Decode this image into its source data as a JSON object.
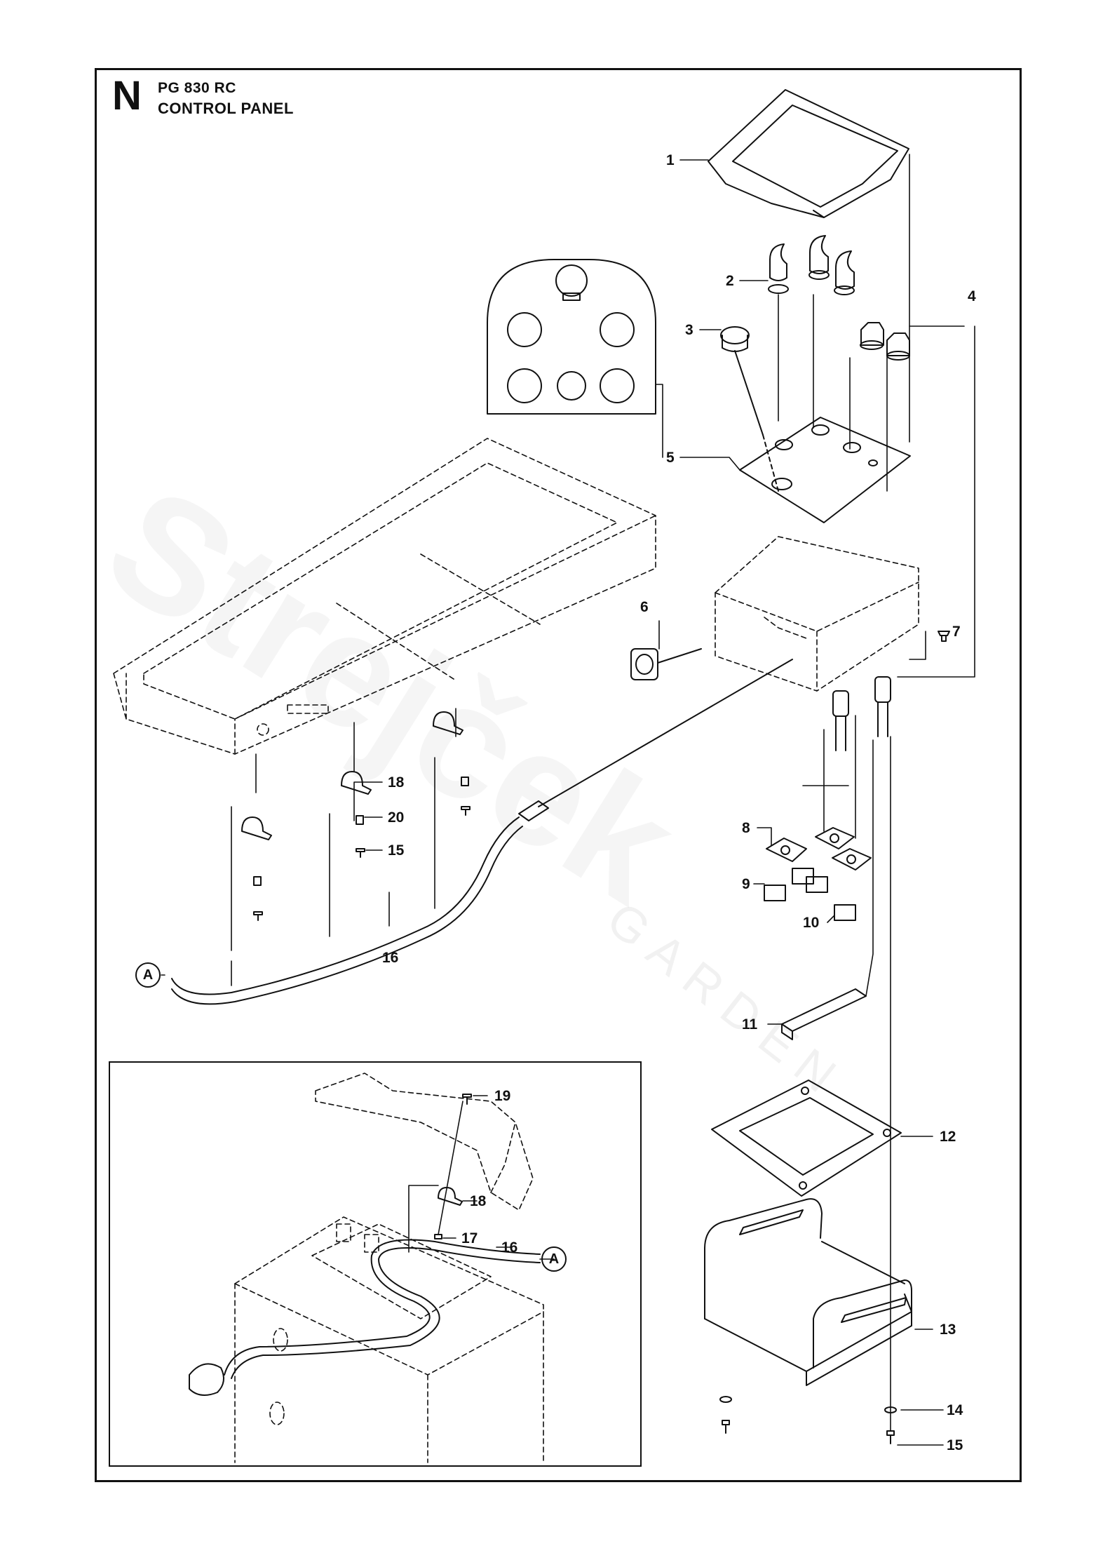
{
  "header": {
    "section_letter": "N",
    "model": "PG 830 RC",
    "title": "CONTROL PANEL"
  },
  "watermark": {
    "brand": "Strejček",
    "sub": "GARDEN"
  },
  "callouts": [
    {
      "id": "c1",
      "label": "1"
    },
    {
      "id": "c2",
      "label": "2"
    },
    {
      "id": "c3",
      "label": "3"
    },
    {
      "id": "c4",
      "label": "4"
    },
    {
      "id": "c5",
      "label": "5"
    },
    {
      "id": "c6",
      "label": "6"
    },
    {
      "id": "c7",
      "label": "7"
    },
    {
      "id": "c8",
      "label": "8"
    },
    {
      "id": "c9",
      "label": "9"
    },
    {
      "id": "c10",
      "label": "10"
    },
    {
      "id": "c11",
      "label": "11"
    },
    {
      "id": "c12",
      "label": "12"
    },
    {
      "id": "c13",
      "label": "13"
    },
    {
      "id": "c14",
      "label": "14"
    },
    {
      "id": "c15a",
      "label": "15"
    },
    {
      "id": "c15b",
      "label": "15"
    },
    {
      "id": "c16a",
      "label": "16"
    },
    {
      "id": "c16b",
      "label": "16"
    },
    {
      "id": "c17",
      "label": "17"
    },
    {
      "id": "c18a",
      "label": "18"
    },
    {
      "id": "c18b",
      "label": "18"
    },
    {
      "id": "c19",
      "label": "19"
    },
    {
      "id": "c20",
      "label": "20"
    }
  ],
  "reference_markers": [
    {
      "id": "refA1",
      "label": "A"
    },
    {
      "id": "refA2",
      "label": "A"
    }
  ]
}
